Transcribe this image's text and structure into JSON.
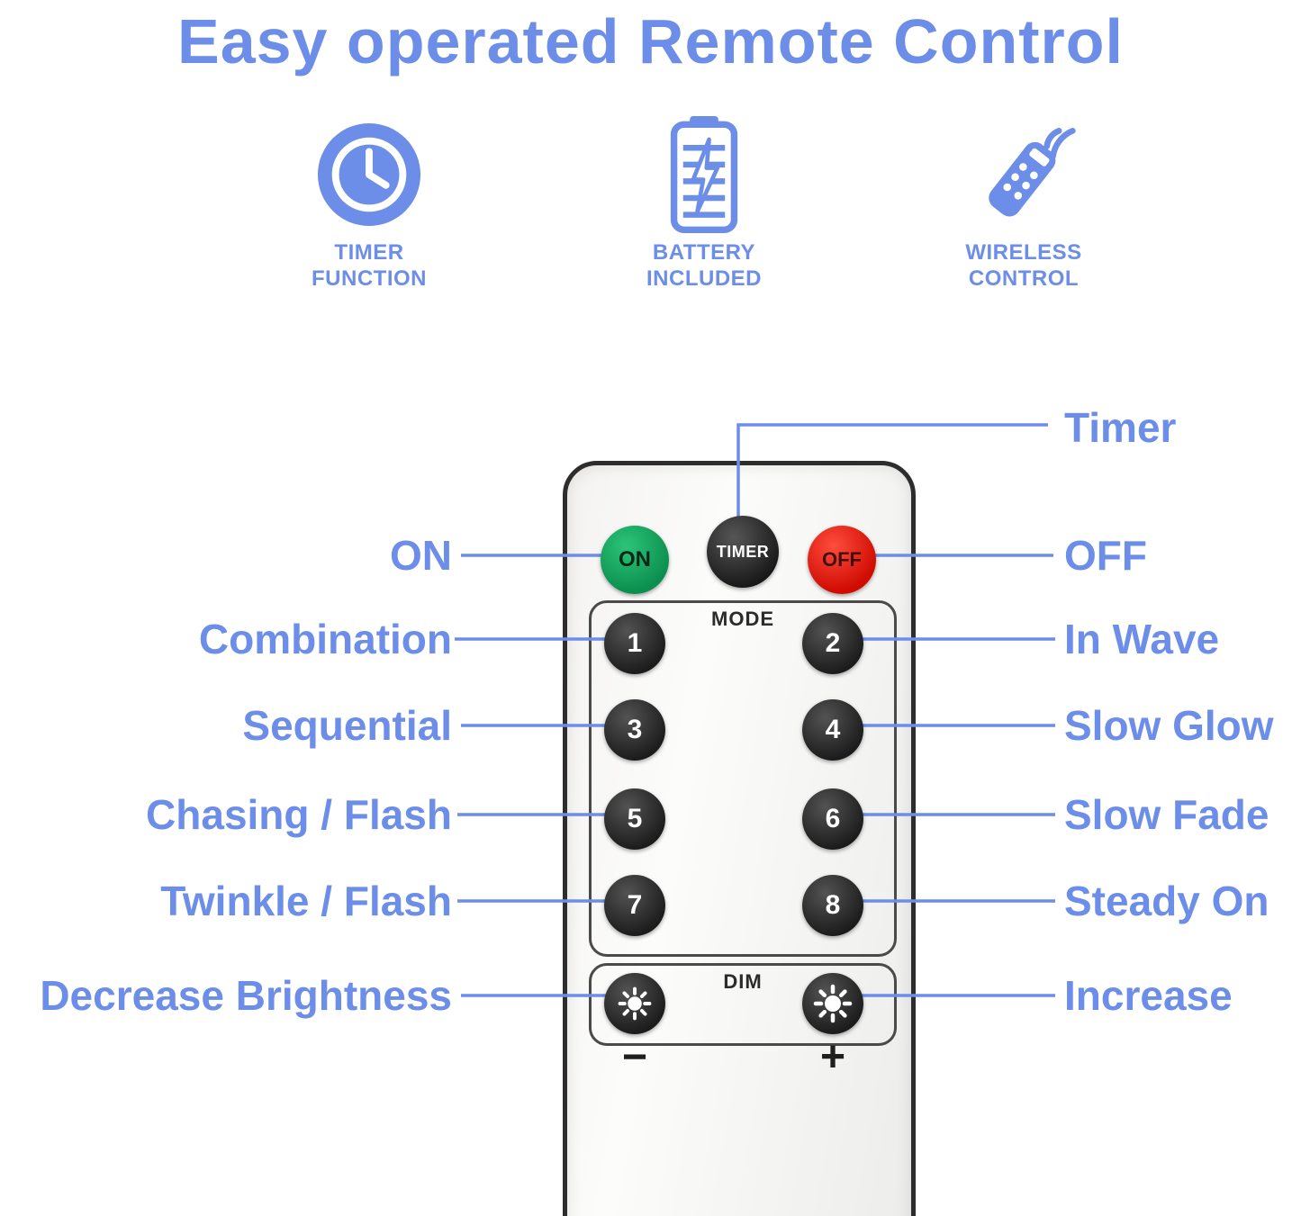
{
  "title": "Easy operated Remote Control",
  "features": [
    {
      "icon": "clock-icon",
      "line1": "TIMER",
      "line2": "FUNCTION"
    },
    {
      "icon": "battery-icon",
      "line1": "BATTERY",
      "line2": "INCLUDED"
    },
    {
      "icon": "remote-icon",
      "line1": "WIRELESS",
      "line2": "CONTROL"
    }
  ],
  "remote": {
    "on_label": "ON",
    "timer_label": "TIMER",
    "off_label": "OFF",
    "mode_label": "MODE",
    "mode_buttons": [
      "1",
      "2",
      "3",
      "4",
      "5",
      "6",
      "7",
      "8"
    ],
    "dim_label": "DIM",
    "decrease_symbol": "−",
    "increase_symbol": "+"
  },
  "callouts": {
    "left": [
      "ON",
      "Combination",
      "Sequential",
      "Chasing / Flash",
      "Twinkle / Flash",
      "Decrease Brightness"
    ],
    "right": [
      "Timer",
      "OFF",
      "In Wave",
      "Slow Glow",
      "Slow Fade",
      "Steady On",
      "Increase"
    ]
  },
  "colors": {
    "accent_blue": "#6D8EE8",
    "on_green": "#12A05B",
    "off_red": "#E41508",
    "button_black": "#222222"
  }
}
